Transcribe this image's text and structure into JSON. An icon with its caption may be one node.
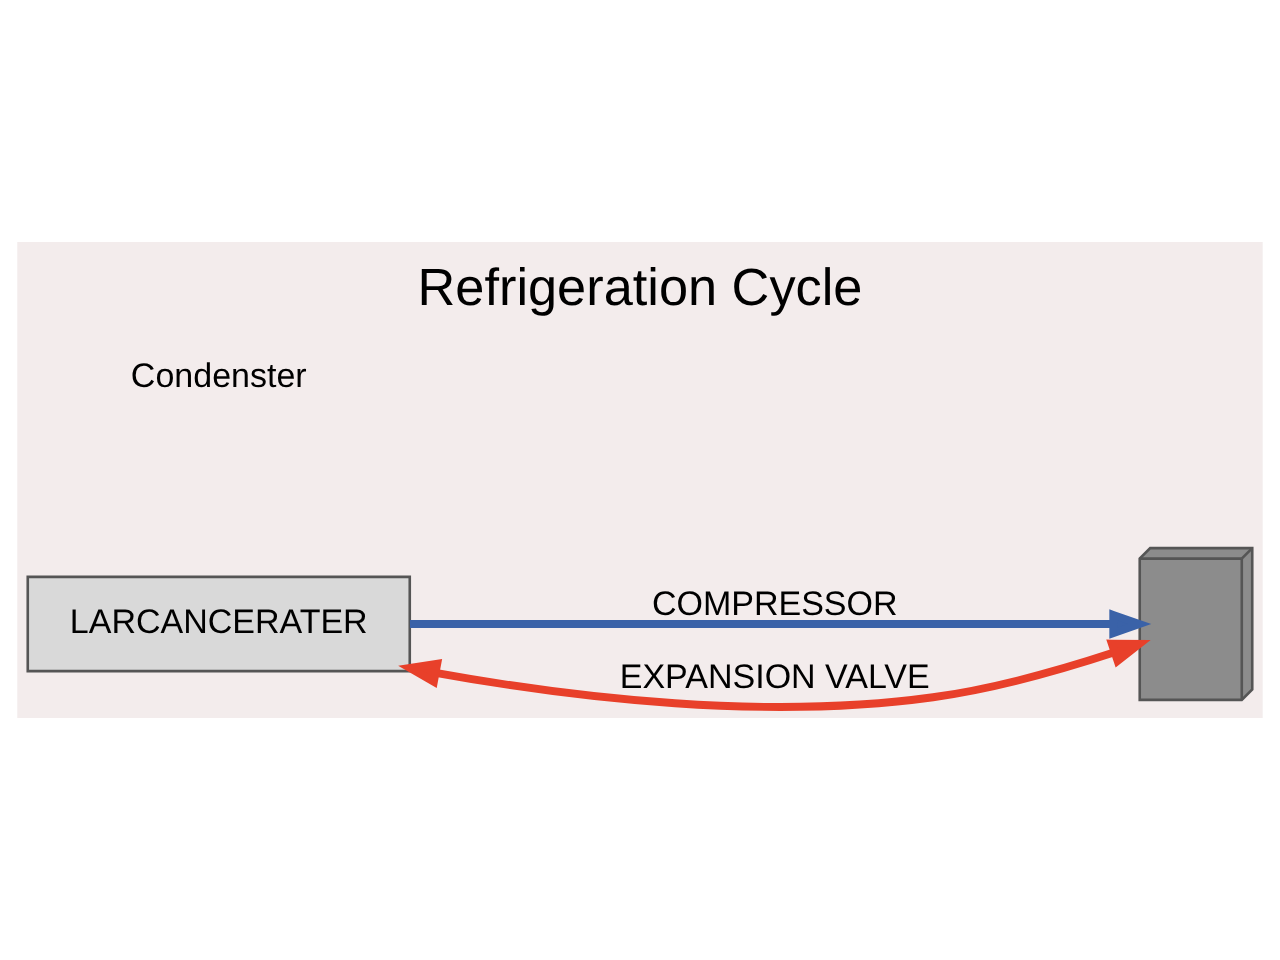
{
  "diagram": {
    "title": "Refrigeration Cycle",
    "nodes": [
      {
        "text": [
          "LARCANCERATER"
        ]
      },
      {
        "text": [],
        "shape": "coil"
      }
    ],
    "edges": [
      {
        "from": 0,
        "to": 1,
        "arrow": "to",
        "label": "COMPRESSOR",
        "color": "#3a62a8"
      },
      {
        "from": 1,
        "to": 0,
        "arrow": "both",
        "label": "EXPANSION VALVE",
        "color": "#e8402a"
      }
    ],
    "labels": [
      "Condenster"
    ]
  }
}
